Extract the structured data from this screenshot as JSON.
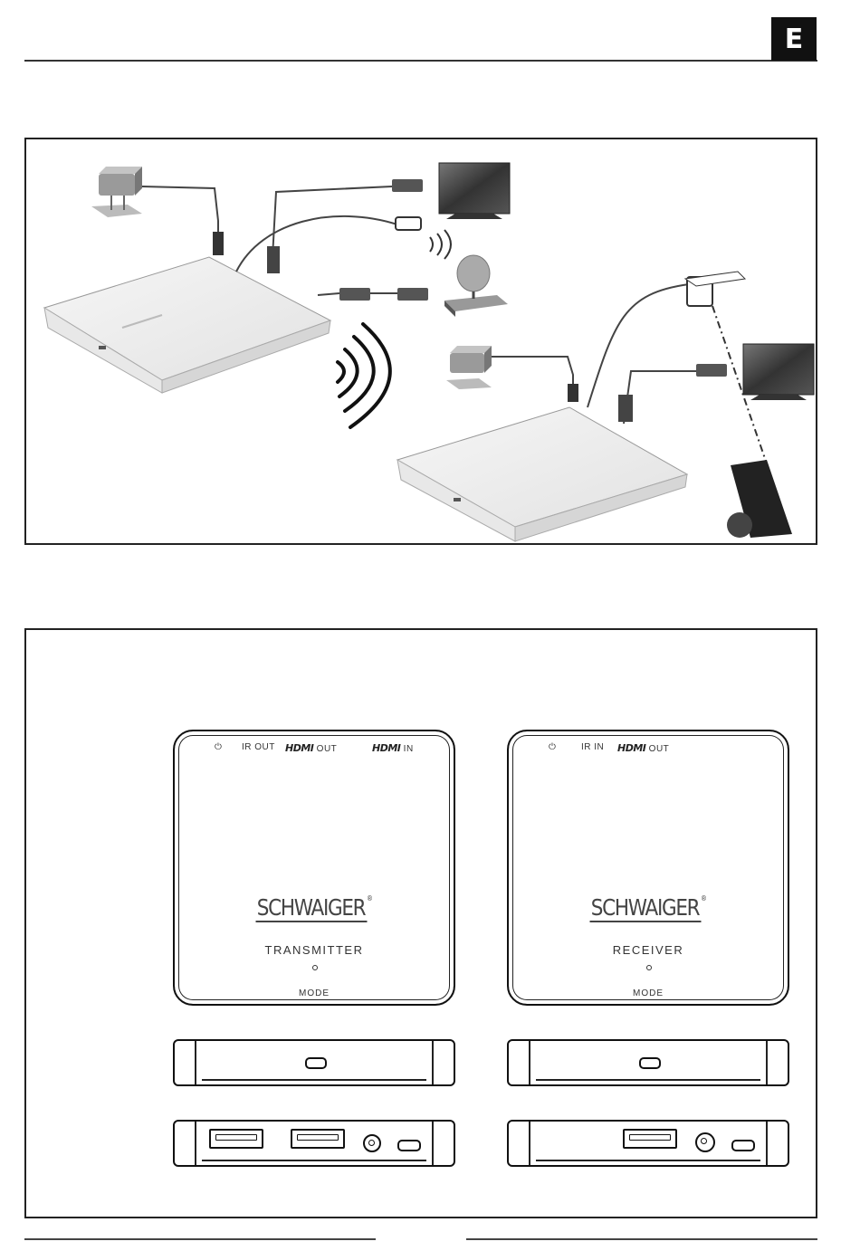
{
  "header": {
    "language_tab": "E"
  },
  "front_panel": {
    "transmitter": {
      "power_symbol": "⏻",
      "ir_label": "IR OUT",
      "hdmi_out_logo": "HDMI",
      "hdmi_out_suffix": "OUT",
      "hdmi_in_logo": "HDMI",
      "hdmi_in_suffix": "IN",
      "brand": "SCHWAIGER",
      "registered": "®",
      "type_label": "TRANSMITTER",
      "mode_label": "MODE"
    },
    "receiver": {
      "power_symbol": "⏻",
      "ir_label": "IR IN",
      "hdmi_out_logo": "HDMI",
      "hdmi_out_suffix": "OUT",
      "brand": "SCHWAIGER",
      "registered": "®",
      "type_label": "RECEIVER",
      "mode_label": "MODE"
    }
  }
}
